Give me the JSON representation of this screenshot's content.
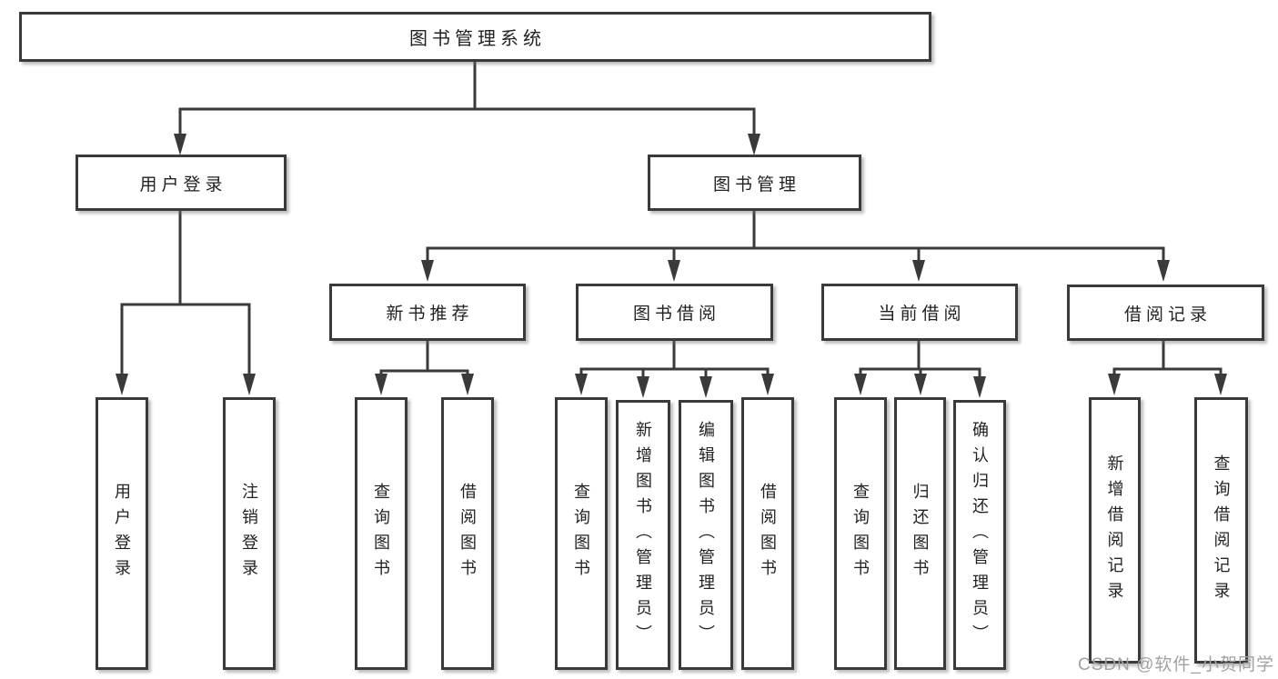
{
  "diagram_type": "function-structure-tree",
  "tree": {
    "label": "图书管理系统",
    "children": [
      {
        "label": "用户登录",
        "children": [
          {
            "label": "用户登录"
          },
          {
            "label": "注销登录"
          }
        ]
      },
      {
        "label": "图书管理",
        "children": [
          {
            "label": "新书推荐",
            "children": [
              {
                "label": "查询图书"
              },
              {
                "label": "借阅图书"
              }
            ]
          },
          {
            "label": "图书借阅",
            "children": [
              {
                "label": "查询图书"
              },
              {
                "label": "新增图书（管理员）"
              },
              {
                "label": "编辑图书（管理员）"
              },
              {
                "label": "借阅图书"
              }
            ]
          },
          {
            "label": "当前借阅",
            "children": [
              {
                "label": "查询图书"
              },
              {
                "label": "归还图书"
              },
              {
                "label": "确认归还（管理员）"
              }
            ]
          },
          {
            "label": "借阅记录",
            "children": [
              {
                "label": "新增借阅记录"
              },
              {
                "label": "查询借阅记录"
              }
            ]
          }
        ]
      }
    ]
  },
  "watermark": {
    "text": "CSDN @软件_小贺同学"
  },
  "colors": {
    "line": "#3a3a3a",
    "box_border": "#3a3a3a",
    "box_fill": "#ffffff",
    "text": "#222222",
    "watermark": "#a2a2a6",
    "background": "#ffffff"
  }
}
